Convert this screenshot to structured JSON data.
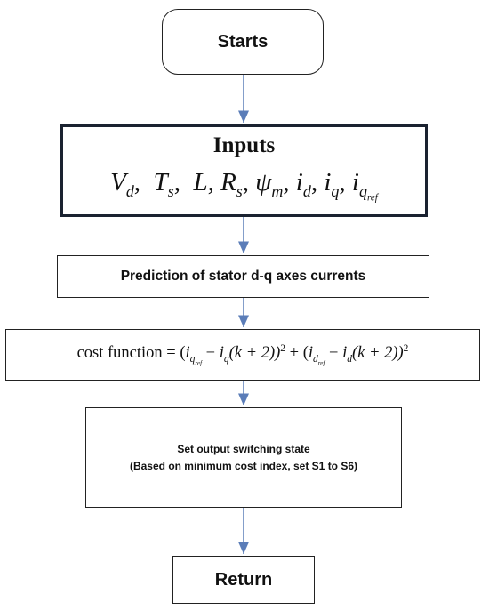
{
  "flowchart": {
    "start": {
      "label": "Starts"
    },
    "inputs": {
      "title": "Inputs",
      "vars": {
        "V": "V",
        "d": "d",
        "T": "T",
        "s": "s",
        "L": "L",
        "R": "R",
        "psi": "ψ",
        "m": "m",
        "i": "i",
        "q": "q",
        "ref": "ref",
        "sep": ","
      }
    },
    "prediction": {
      "label": "Prediction of stator d-q axes currents"
    },
    "cost": {
      "prefix": "cost function",
      "eq": "=",
      "open": "(",
      "minus": "−",
      "k2": "(k + 2))",
      "sq": "2",
      "plus": "+"
    },
    "switching": {
      "line1": "Set output switching state",
      "line2": "(Based on minimum cost index, set S1 to S6)"
    },
    "end": {
      "label": "Return"
    }
  },
  "colors": {
    "connector": "#5b7db8",
    "border": "#222222"
  }
}
